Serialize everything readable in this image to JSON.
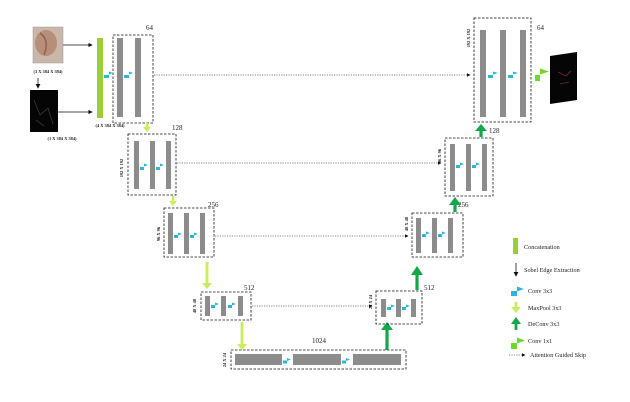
{
  "colors": {
    "bar": "#8c8c8c",
    "conv": "#29b6d8",
    "maxpool": "#c8ee5a",
    "deconv": "#12a84a",
    "conv1x1": "#6fd62a",
    "concat": "#9acd3a",
    "box_border": "#111111"
  },
  "inputs": {
    "rgb_dim": "(3 X 384 X 384)",
    "sobel_dim": "(1 X 384 X 384)",
    "concat_dim": "(4 X 384 X 384)"
  },
  "encoder": [
    {
      "channels": "64",
      "spatial": ""
    },
    {
      "channels": "128",
      "spatial": "192 X 192"
    },
    {
      "channels": "256",
      "spatial": "96 X 96"
    },
    {
      "channels": "512",
      "spatial": "48 X 48"
    }
  ],
  "bottleneck": {
    "channels": "1024",
    "spatial": "24 X 24"
  },
  "decoder": [
    {
      "channels": "64",
      "spatial": "192 X 192"
    },
    {
      "channels": "128",
      "spatial": "96 X 96"
    },
    {
      "channels": "256",
      "spatial": "48 X 48"
    },
    {
      "channels": "512",
      "spatial": "24 X 24"
    }
  ],
  "legend": {
    "concat": "Concatenation",
    "sobel": "Sobel Edge Extraction",
    "conv": "Conv 3x3",
    "maxpool": "MaxPool  3x3",
    "deconv": "DeConv 3x3",
    "conv1x1": "Conv  1x1",
    "skip": "Attention Guided Skip"
  }
}
